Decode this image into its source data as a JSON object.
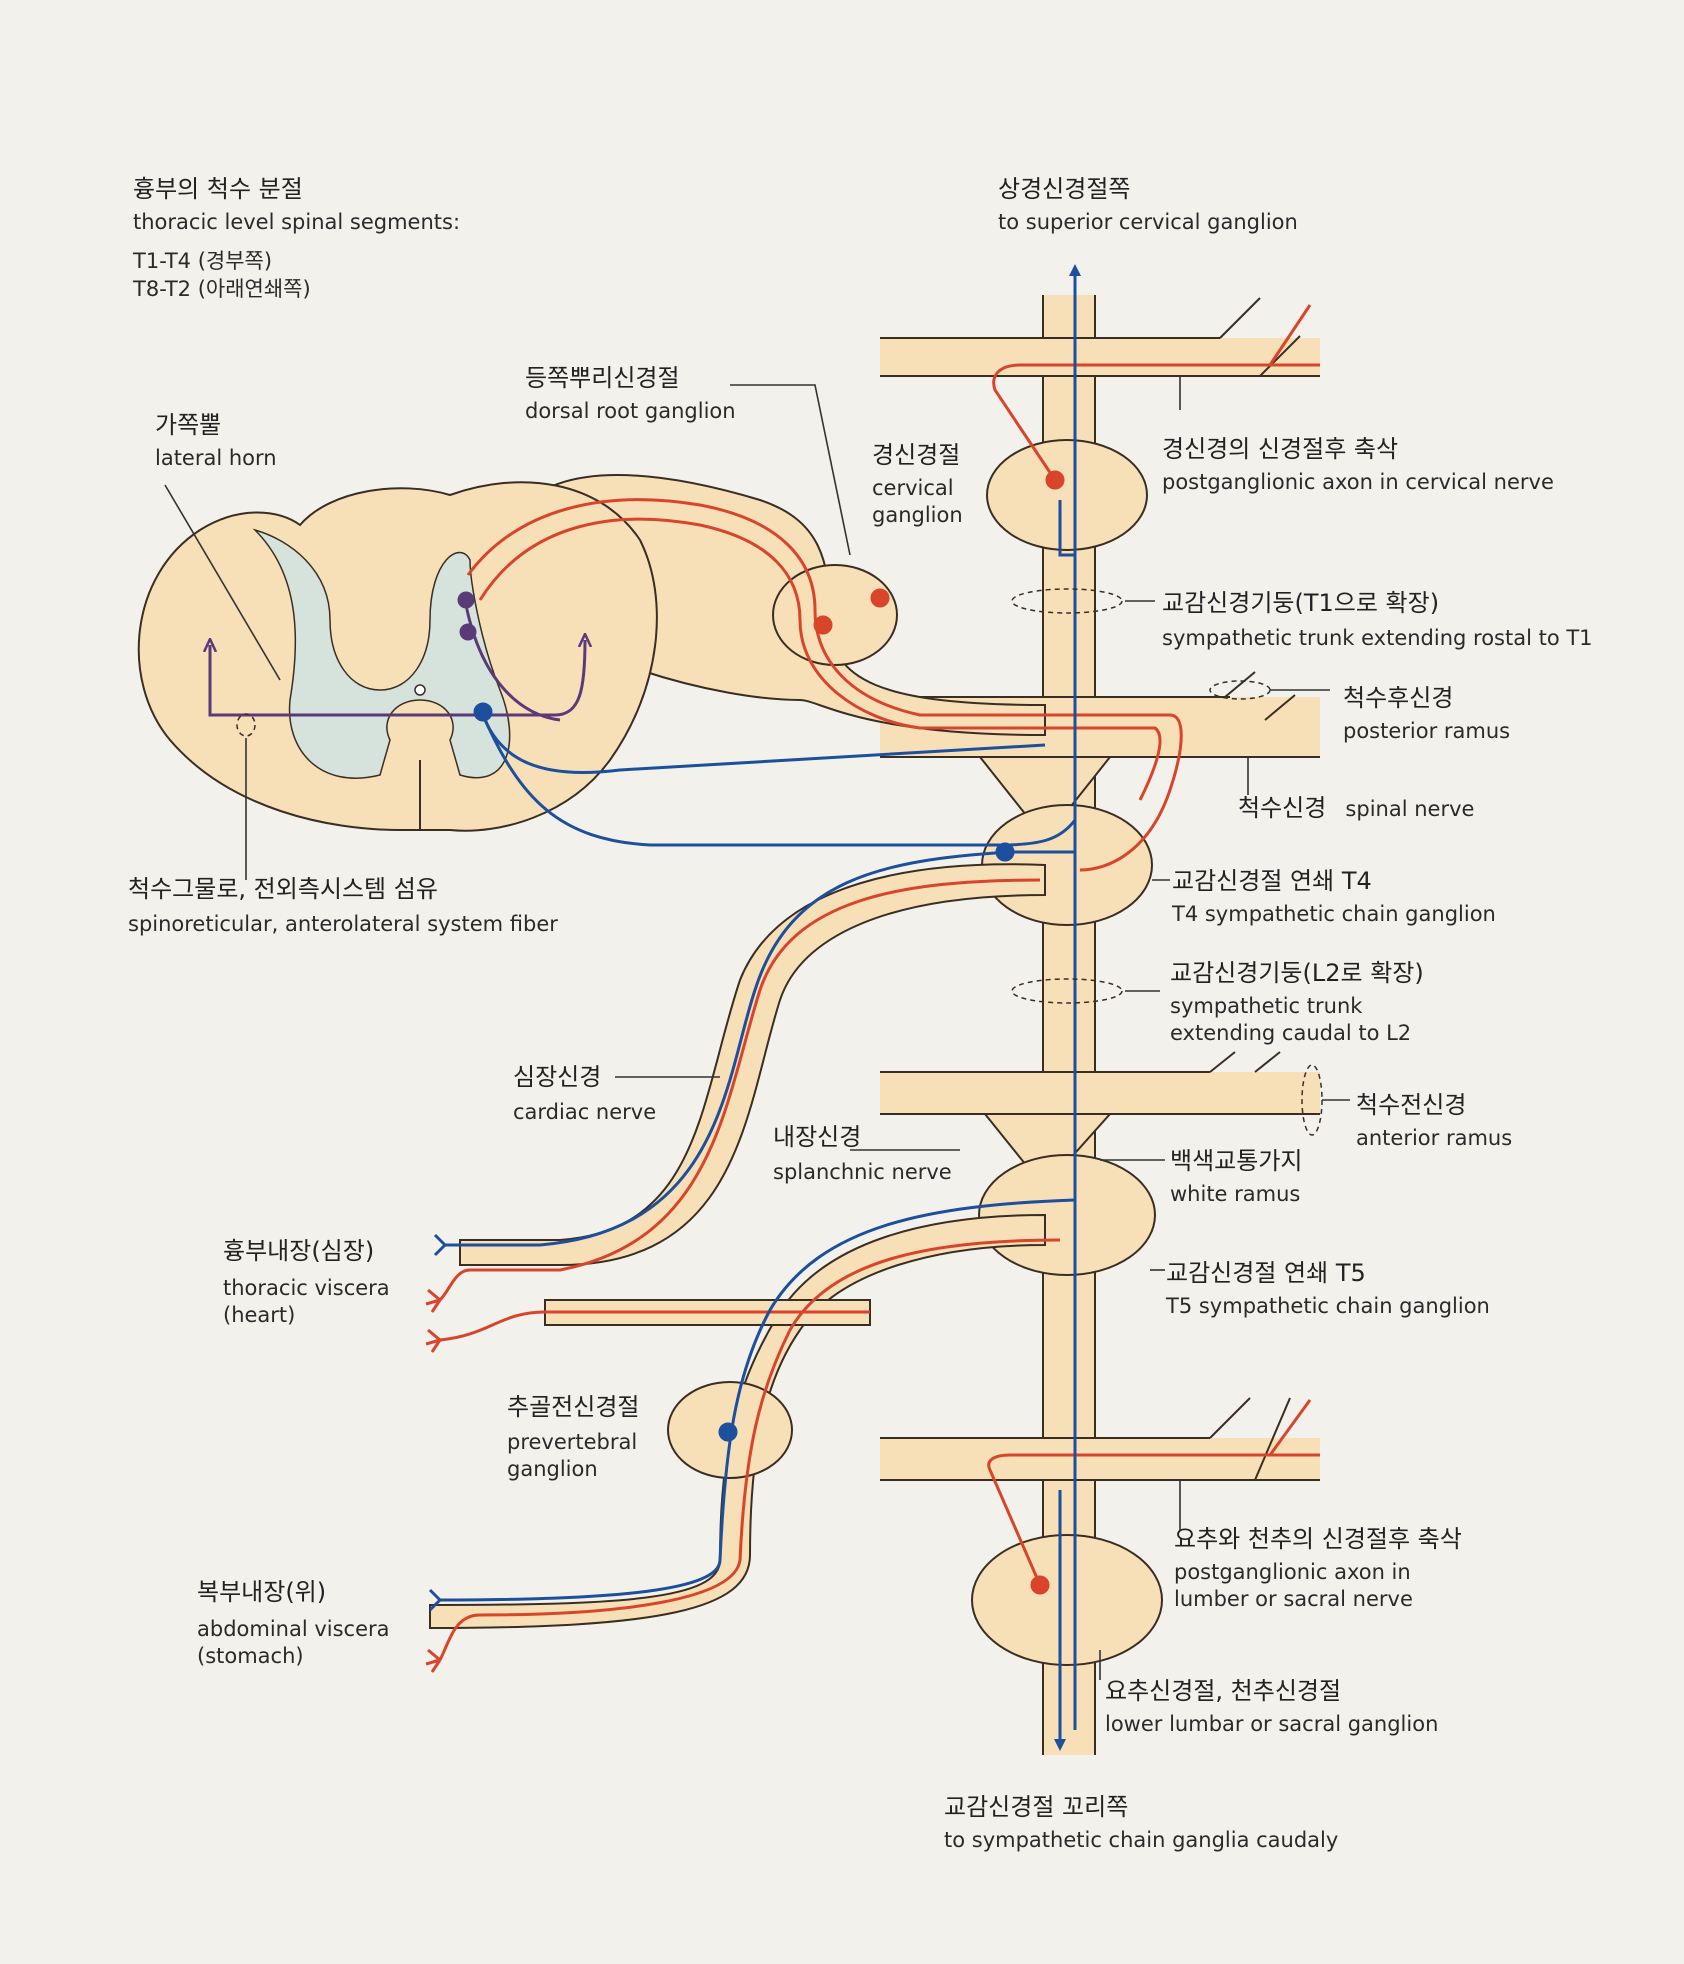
{
  "colors": {
    "background": "#f3f1ec",
    "pathway": "#f7dfb8",
    "pathway_edge": "#3a2e22",
    "grey_matter": "#d6e3dc",
    "preganglionic": "#d9452b",
    "afferent": "#1c4f9c",
    "interneuron": "#5b3a78",
    "leader": "#333333"
  },
  "labels": {
    "thoracic_ko": "흉부의 척수 분절",
    "thoracic_en": "thoracic level spinal segments:",
    "thoracic_t1": "T1-T4 (경부쪽)",
    "thoracic_t8": "T8-T2 (아래연쇄쪽)",
    "lateral_horn_ko": "가쪽뿔",
    "lateral_horn_en": "lateral horn",
    "drg_ko": "등쪽뿌리신경절",
    "drg_en": "dorsal root ganglion",
    "cervical_ganglion_ko": "경신경절",
    "cervical_ganglion_en1": "cervical",
    "cervical_ganglion_en2": "ganglion",
    "superior_ko": "상경신경절쪽",
    "superior_en": "to superior cervical ganglion",
    "postgang_cervical_ko": "경신경의 신경절후 축삭",
    "postgang_cervical_en": "postganglionic axon in cervical nerve",
    "trunk_t1_ko": "교감신경기둥(T1으로 확장)",
    "trunk_t1_en": "sympathetic trunk extending rostal to T1",
    "posterior_ramus_ko": "척수후신경",
    "posterior_ramus_en": "posterior ramus",
    "spinal_nerve_ko": "척수신경",
    "spinal_nerve_en": "spinal nerve",
    "spinoreticular_ko": "척수그물로, 전외측시스템 섬유",
    "spinoreticular_en": "spinoreticular, anterolateral system fiber",
    "t4_ko": "교감신경절 연쇄 T4",
    "t4_en": "T4 sympathetic chain ganglion",
    "trunk_l2_ko": "교감신경기둥(L2로 확장)",
    "trunk_l2_en1": "sympathetic trunk",
    "trunk_l2_en2": "extending caudal to L2",
    "cardiac_ko": "심장신경",
    "cardiac_en": "cardiac nerve",
    "splanchnic_ko": "내장신경",
    "splanchnic_en": "splanchnic nerve",
    "anterior_ramus_ko": "척수전신경",
    "anterior_ramus_en": "anterior ramus",
    "white_ramus_ko": "백색교통가지",
    "white_ramus_en": "white ramus",
    "thoracic_viscera_ko": "흉부내장(심장)",
    "thoracic_viscera_en1": "thoracic viscera",
    "thoracic_viscera_en2": "(heart)",
    "t5_ko": "교감신경절 연쇄 T5",
    "t5_en": "T5 sympathetic chain ganglion",
    "prevertebral_ko": "추골전신경절",
    "prevertebral_en1": "prevertebral",
    "prevertebral_en2": "ganglion",
    "postgang_lumbar_ko": "요추와 천추의 신경절후 축삭",
    "postgang_lumbar_en1": "postganglionic axon in",
    "postgang_lumbar_en2": "lumber or sacral nerve",
    "abdominal_ko": "복부내장(위)",
    "abdominal_en1": "abdominal viscera",
    "abdominal_en2": "(stomach)",
    "lumbar_ganglion_ko": "요추신경절, 천추신경절",
    "lumbar_ganglion_en": "lower lumbar or sacral ganglion",
    "caudal_ko": "교감신경절 꼬리쪽",
    "caudal_en": "to sympathetic chain ganglia caudaly"
  }
}
